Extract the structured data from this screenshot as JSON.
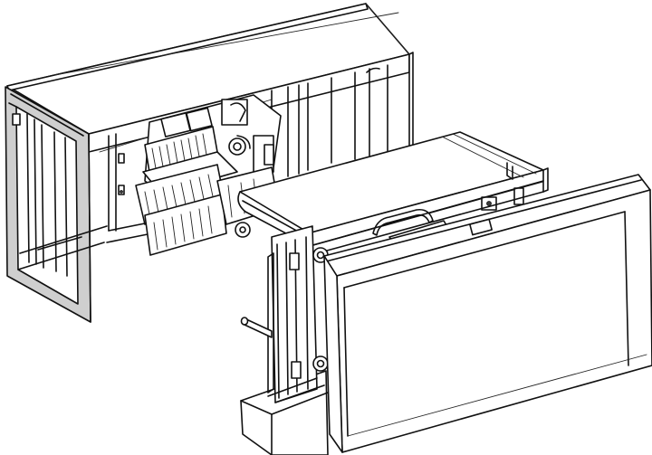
{
  "figure": {
    "kind": "exploded-isometric-line-drawing",
    "colors": {
      "stroke": "#111111",
      "background": "#ffffff",
      "end_panel_shade": "#cfcfcf"
    },
    "parts": [
      "rear-housing",
      "left-end-frame",
      "switch-mechanism-assembly",
      "base-tray",
      "sliding-cover",
      "front-cover-panel",
      "guide-rod"
    ]
  }
}
